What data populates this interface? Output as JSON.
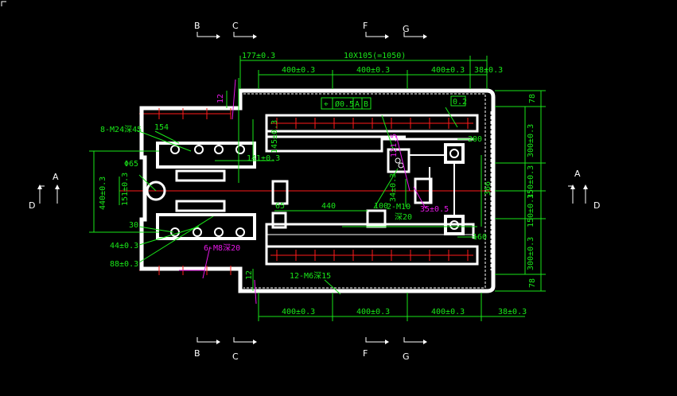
{
  "colors": {
    "background": "#000000",
    "outline": "#ffffff",
    "dimension": "#19e619",
    "centerline": "#ff1a1a",
    "hole_note": "#e619e6"
  },
  "section_markers": {
    "top": [
      "B",
      "C",
      "F",
      "G"
    ],
    "bottom": [
      "B",
      "C",
      "F",
      "G"
    ],
    "left_upper": "A",
    "left_lower": "D",
    "right_upper": "A",
    "right_lower": "D"
  },
  "dimensions": {
    "top_offset": "177±0.3",
    "top_pitch": "10X105(=1050)",
    "top_spans": [
      "400±0.3",
      "400±0.3",
      "400±0.3"
    ],
    "top_right": "38±0.3",
    "tolerance_frame": "Ø0.5",
    "datum_a": "A",
    "datum_b": "B",
    "flatness": "0.2",
    "gap_12_top": "12",
    "gap_12_bottom": "12",
    "hole_m24": "8-M24深45",
    "d154": "154",
    "d141": "141±0.3",
    "phi65": "Φ65",
    "d440_left": "440±0.3",
    "d151": "151±0.3",
    "d30": "30",
    "d44": "44±0.3",
    "d88": "88±0.3",
    "hole_m8": "6-M8深20",
    "d145": "145±0.3",
    "d121": "121.5",
    "d200": "200",
    "d34": "34±0.3",
    "d366": "366",
    "hole_m10": "2-M10",
    "hole_m10_depth": "深20",
    "d35": "35±0.5",
    "d65": "65",
    "d440_mid": "440",
    "d100": "100",
    "d160": "160",
    "hole_m6": "12-M6深15",
    "bottom_spans": [
      "400±0.3",
      "400±0.3",
      "400±0.3"
    ],
    "bottom_right": "38±0.3",
    "right_column": [
      "78",
      "300±0.3",
      "150±0.3",
      "150±0.3",
      "300±0.3",
      "78"
    ]
  }
}
